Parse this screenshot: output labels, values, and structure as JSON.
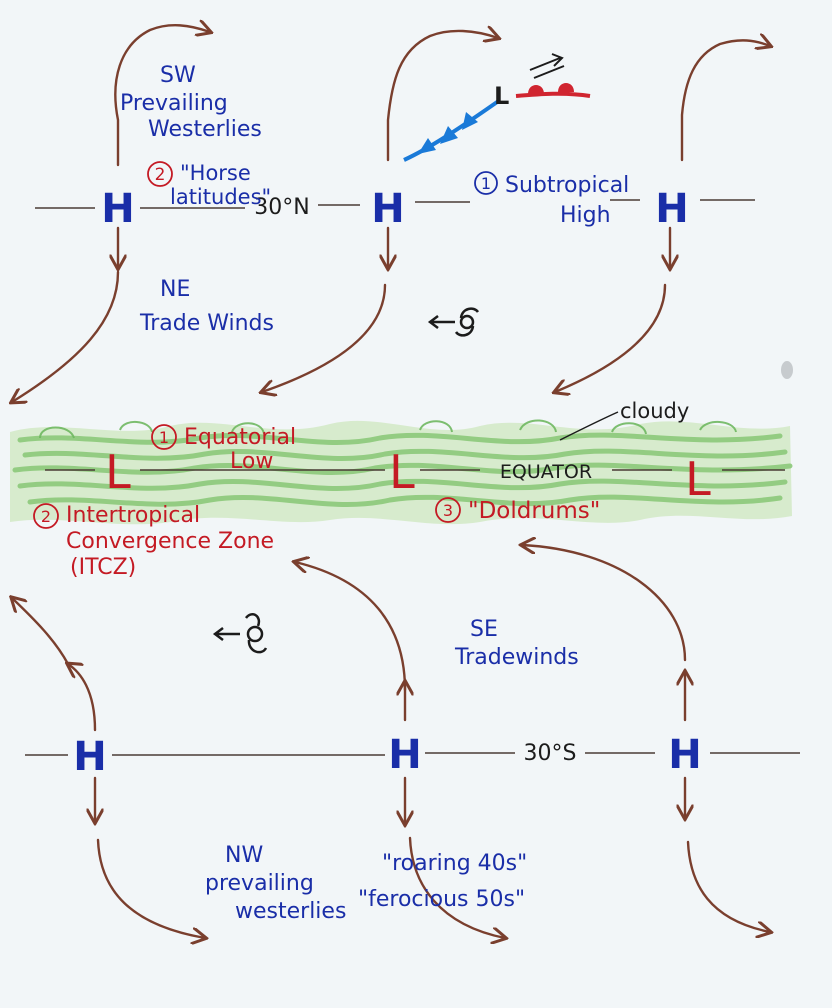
{
  "pressure": {
    "high": "H",
    "low": "L"
  },
  "latitudes": {
    "north": "30°N",
    "equator": "EQUATOR",
    "south": "30°S"
  },
  "north": {
    "sw_line1": "SW",
    "sw_line2": "Prevailing",
    "sw_line3": "Westerlies",
    "horse_num": "2",
    "horse_line1": "\"Horse",
    "horse_line2": "latitudes\"",
    "subtrop_num": "1",
    "subtrop_line1": "Subtropical",
    "subtrop_line2": "High",
    "front_low": "L",
    "ne_line1": "NE",
    "ne_line2": "Trade Winds"
  },
  "equatorial": {
    "cloudy": "cloudy",
    "eq_low_num": "1",
    "eq_low_line1": "Equatorial",
    "eq_low_line2": "Low",
    "itcz_num": "2",
    "itcz_line1": "Intertropical",
    "itcz_line2": "Convergence Zone",
    "itcz_line3": "(ITCZ)",
    "doldrums_num": "3",
    "doldrums": "\"Doldrums\""
  },
  "south": {
    "se_line1": "SE",
    "se_line2": "Tradewinds",
    "nw_line1": "NW",
    "nw_line2": "prevailing",
    "nw_line3": "westerlies",
    "roaring": "\"roaring 40s\"",
    "ferocious": "\"ferocious 50s\""
  },
  "colors": {
    "blue": "#1a2ea8",
    "red": "#c41a24",
    "brown": "#7a3f2e",
    "green": "#8cc97a"
  }
}
